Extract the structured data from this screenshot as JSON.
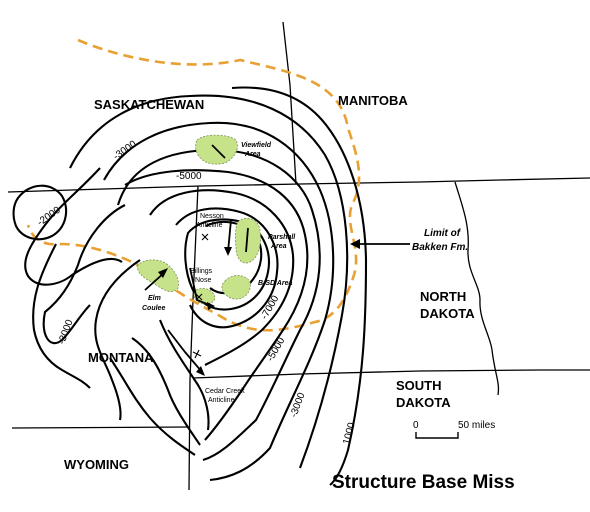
{
  "map": {
    "title": "Structure Base Miss",
    "regions": {
      "saskatchewan": "SASKATCHEWAN",
      "manitoba": "MANITOBA",
      "north_dakota_1": "NORTH",
      "north_dakota_2": "DAKOTA",
      "south_dakota_1": "SOUTH",
      "south_dakota_2": "DAKOTA",
      "montana": "MONTANA",
      "wyoming": "WYOMING"
    },
    "contour_labels": {
      "c3000_nw": "-3000",
      "c5000_n": "-5000",
      "c2000_w": "-2000",
      "c3000_sw": "-3000",
      "c7000": "-7000",
      "c5000_s": "-5000",
      "c3000_s": "-3000",
      "c1000": "1000"
    },
    "features": {
      "viewfield_1": "Viewfield",
      "viewfield_2": "Area",
      "nesson_1": "Nesson",
      "nesson_2": "Anticline",
      "parshall_1": "Parshall",
      "parshall_2": "Area",
      "billings_1": "Billings",
      "billings_2": "Nose",
      "bsd": "B-SD Area",
      "elm_1": "Elm",
      "elm_2": "Coulee",
      "cedar_1": "Cedar Creek",
      "cedar_2": "Anticline"
    },
    "limit_label": {
      "line1": "Limit of",
      "line2": "Bakken Fm."
    },
    "scale": {
      "zero": "0",
      "distance": "50 miles"
    },
    "colors": {
      "limit_line": "#E8A033",
      "field_fill": "#C7E38A",
      "contour": "#000000"
    }
  }
}
